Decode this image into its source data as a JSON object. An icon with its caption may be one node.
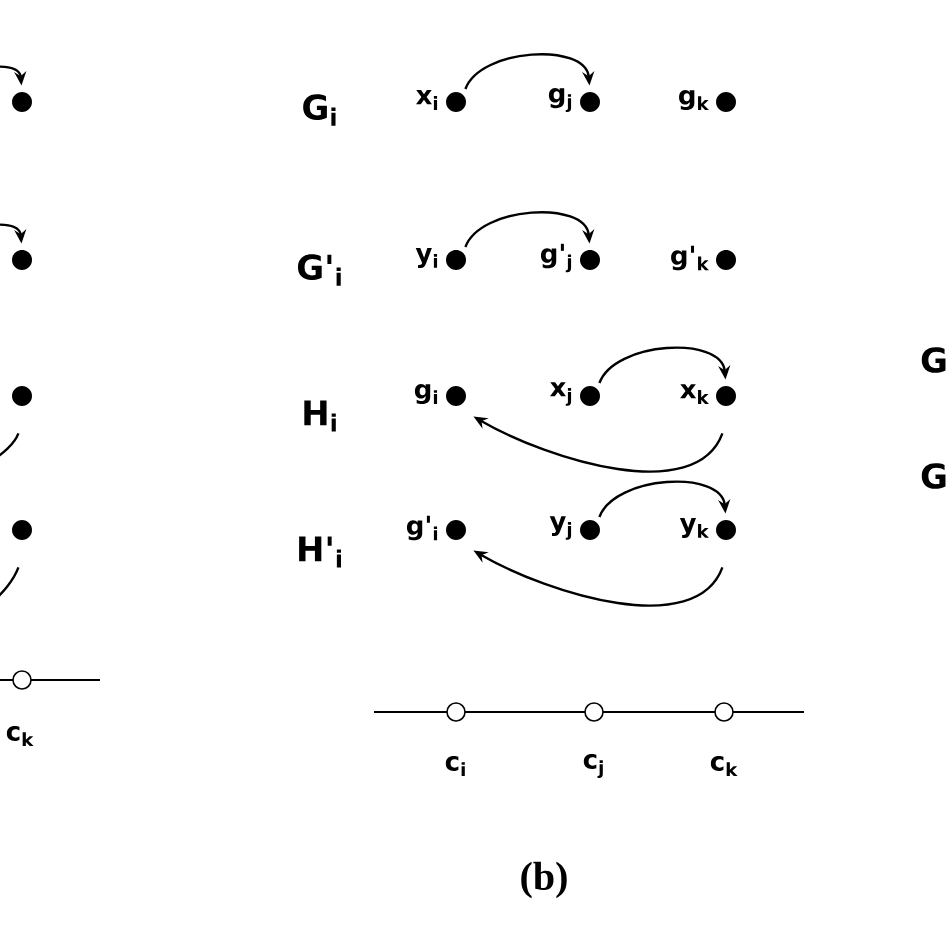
{
  "diagram": {
    "caption": "(b)",
    "nodes": [
      {
        "text": [],
        "shape": "circle"
      },
      {
        "text": [],
        "shape": "circle",
        "beside": [
          "x$_{i}$"
        ]
      },
      {
        "text": [],
        "shape": "circle",
        "beside": [
          "g$_{j}$"
        ]
      },
      {
        "text": [],
        "shape": "circle",
        "beside": [
          "g$_{k}$"
        ]
      },
      {
        "text": [],
        "shape": "circle"
      },
      {
        "text": [],
        "shape": "circle",
        "beside": [
          "y$_{i}$"
        ]
      },
      {
        "text": [],
        "shape": "circle",
        "beside": [
          "g'$_{j}$"
        ]
      },
      {
        "text": [],
        "shape": "circle",
        "beside": [
          "g'$_{k}$"
        ]
      },
      {
        "text": [],
        "shape": "circle"
      },
      {
        "text": [],
        "shape": "circle",
        "beside": [
          "g$_{i}$"
        ]
      },
      {
        "text": [],
        "shape": "circle",
        "beside": [
          "x$_{j}$"
        ]
      },
      {
        "text": [],
        "shape": "circle",
        "beside": [
          "x$_{k}$"
        ]
      },
      {
        "text": [],
        "shape": "circle"
      },
      {
        "text": [],
        "shape": "circle",
        "beside": [
          "g'$_{i}$"
        ]
      },
      {
        "text": [],
        "shape": "circle",
        "beside": [
          "y$_{j}$"
        ]
      },
      {
        "text": [],
        "shape": "circle",
        "beside": [
          "y$_{k}$"
        ]
      }
    ],
    "edges": [
      {
        "from": null,
        "to": 0,
        "arrow": "to"
      },
      {
        "from": 1,
        "to": 2,
        "arrow": "to"
      },
      {
        "from": null,
        "to": 4,
        "arrow": "to"
      },
      {
        "from": 5,
        "to": 6,
        "arrow": "to"
      },
      {
        "from": 8,
        "to": null,
        "arrow": "none"
      },
      {
        "from": 10,
        "to": 11,
        "arrow": "to"
      },
      {
        "from": 11,
        "to": 9,
        "arrow": "to"
      },
      {
        "from": 12,
        "to": null,
        "arrow": "none"
      },
      {
        "from": 14,
        "to": 15,
        "arrow": "to"
      },
      {
        "from": 15,
        "to": 13,
        "arrow": "to"
      }
    ],
    "labels": [
      "G$_{i}$",
      "G'$_{i}$",
      "H$_{i}$",
      "H'$_{i}$",
      "c$_{k}$",
      "c$_{i}$",
      "c$_{j}$",
      "c$_{k}$",
      "G",
      "G"
    ]
  }
}
